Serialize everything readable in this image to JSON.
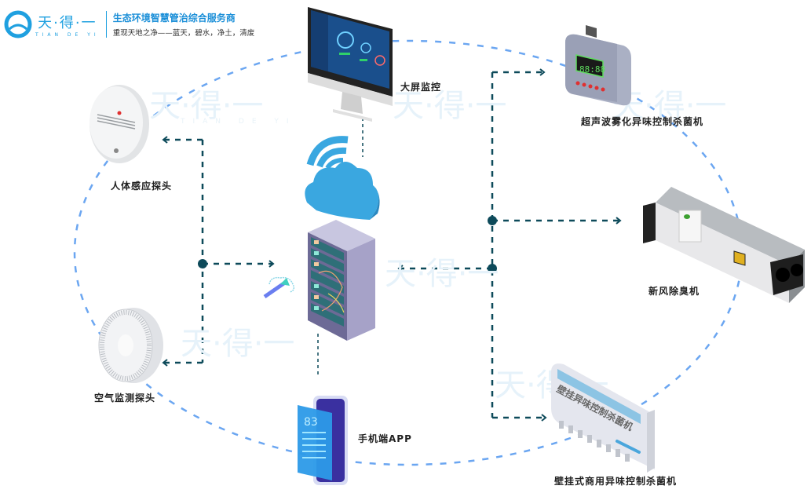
{
  "brand": {
    "name": "天·得·一",
    "pinyin": "TIAN DE YI",
    "tagline": "生态环境智慧管治综合服务商",
    "slogan": "重现天地之净——蓝天，碧水，净土，清废",
    "color": "#1fa0e0"
  },
  "watermark": {
    "text": "天·得·一",
    "sub": "TIAN DE YI"
  },
  "nodes": {
    "monitor": {
      "label": "大屏监控",
      "icon": "desktop-monitor-icon"
    },
    "cloud": {
      "icon": "cloud-wifi-icon"
    },
    "server": {
      "icon": "server-rack-icon"
    },
    "phone": {
      "label": "手机端APP",
      "icon": "smartphone-icon",
      "screen_value": "83"
    },
    "human_sensor": {
      "label": "人体感应探头",
      "icon": "motion-sensor-icon"
    },
    "air_sensor": {
      "label": "空气监测探头",
      "icon": "air-quality-sensor-icon"
    },
    "ultrasonic": {
      "label": "超声波雾化异味控制杀菌机",
      "icon": "ultrasonic-sterilizer-icon",
      "display": "88:88"
    },
    "fresh_air": {
      "label": "新风除臭机",
      "icon": "fresh-air-deodorizer-icon"
    },
    "wall_mount": {
      "label": "壁挂式商用异味控制杀菌机",
      "icon": "wall-mounted-sterilizer-icon",
      "device_text": "壁挂异味控制杀菌机"
    }
  },
  "colors": {
    "connector": "#0d4a5a",
    "ring": "#5b9cf0",
    "cloud": "#3aa7e0"
  }
}
